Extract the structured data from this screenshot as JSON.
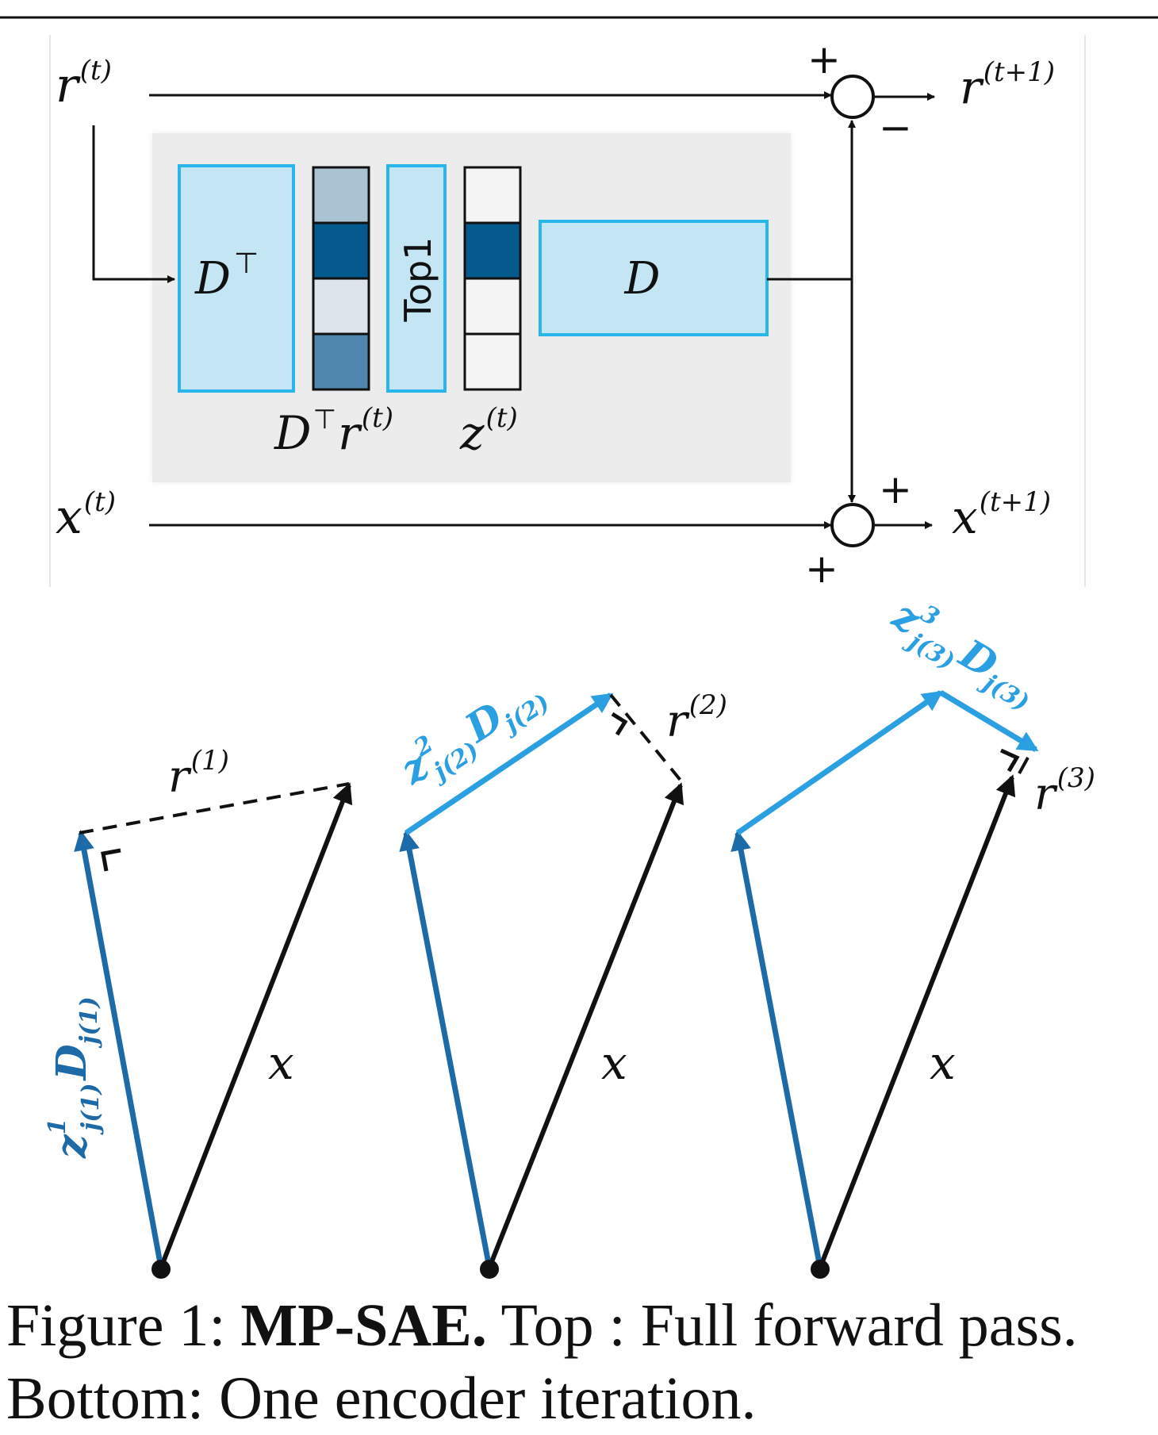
{
  "colors": {
    "box_fill": "#c4e6f4",
    "box_stroke": "#29b6ec",
    "panel_bg": "#ececec",
    "dark_blue": "#1d6aa8",
    "light_blue": "#2a9fe2",
    "black": "#111111",
    "vec_cells": [
      "#a9c3d3",
      "#045a8d",
      "#dde4ea",
      "#4f86ad"
    ],
    "z_cells": [
      "#f4f4f4",
      "#045a8d",
      "#f4f4f4",
      "#f4f4f4"
    ]
  },
  "top": {
    "r_in": {
      "base": "r",
      "sup": "(t)"
    },
    "r_out": {
      "base": "r",
      "sup": "(t+1)"
    },
    "x_in": {
      "base": "x",
      "sup": "(t)"
    },
    "x_out": {
      "base": "x",
      "sup": "(t+1)"
    },
    "dt_box": {
      "base": "D",
      "sup": "⊤"
    },
    "top1_box": "Top1",
    "d_box": "D",
    "dtr_label": {
      "base": "D",
      "sup1": "⊤",
      "base2": "r",
      "sup2": "(t)"
    },
    "z_label": {
      "base": "z",
      "sup": "(t)"
    },
    "signs": {
      "r_plus": "+",
      "r_minus": "−",
      "x_plus_top": "+",
      "x_plus_bottom": "+"
    }
  },
  "bottom": {
    "panel1": {
      "residual": {
        "base": "r",
        "sup": "(1)"
      },
      "x_label": "x",
      "atom": {
        "z": "z",
        "zsup": "1",
        "zsub": "j(1)",
        "d": "D",
        "dsub": "j(1)"
      }
    },
    "panel2": {
      "residual": {
        "base": "r",
        "sup": "(2)"
      },
      "x_label": "x",
      "atom": {
        "z": "z",
        "zsup": "2",
        "zsub": "j(2)",
        "d": "D",
        "dsub": "j(2)"
      }
    },
    "panel3": {
      "residual": {
        "base": "r",
        "sup": "(3)"
      },
      "x_label": "x",
      "atom": {
        "z": "z",
        "zsup": "3",
        "zsub": "j(3)",
        "d": "D",
        "dsub": "j(3)"
      }
    }
  },
  "caption": {
    "prefix": "Figure 1: ",
    "bold": "MP-SAE.",
    "rest": " Top : Full forward pass.",
    "line2": "Bottom: One encoder iteration."
  }
}
